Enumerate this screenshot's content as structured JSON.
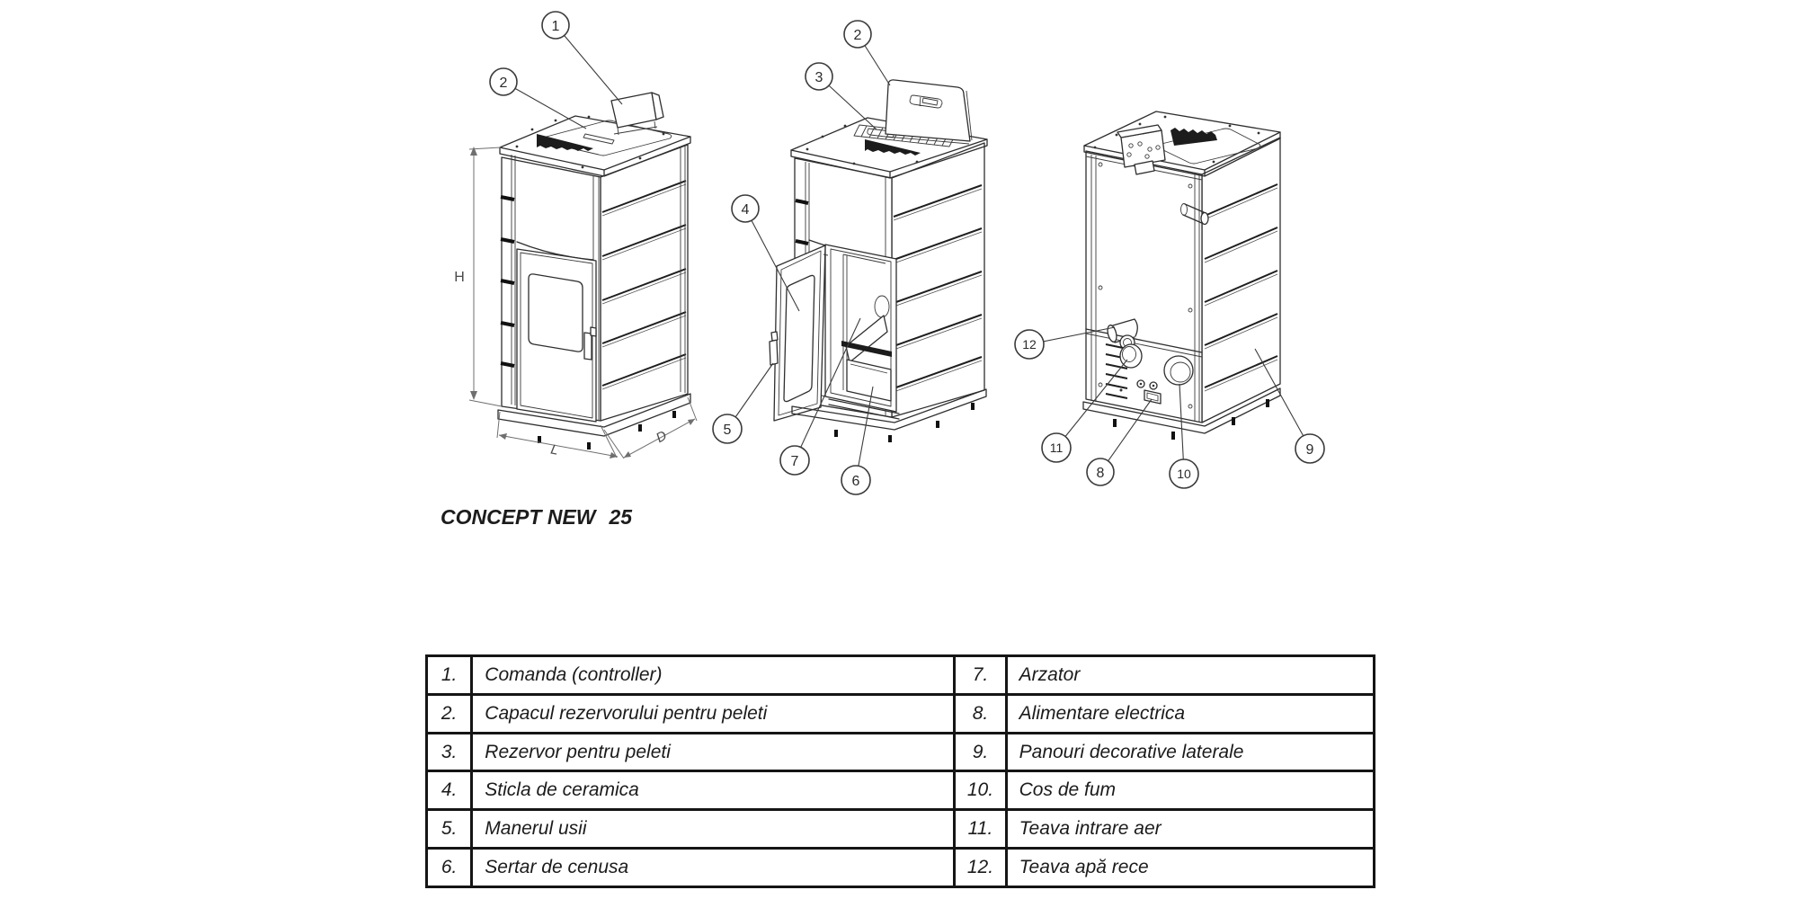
{
  "product": {
    "brand": "CONCEPT NEW",
    "model": "25"
  },
  "dimension_labels": {
    "height": "H",
    "length": "L",
    "depth": "D"
  },
  "callout_numbers": [
    "1",
    "2",
    "3",
    "4",
    "5",
    "6",
    "7",
    "8",
    "9",
    "10",
    "11",
    "12"
  ],
  "parts_table": {
    "left_rows": [
      {
        "num": "1.",
        "label": "Comanda (controller)"
      },
      {
        "num": "2.",
        "label": "Capacul rezervorului pentru peleti"
      },
      {
        "num": "3.",
        "label": "Rezervor pentru peleti"
      },
      {
        "num": "4.",
        "label": "Sticla de ceramica"
      },
      {
        "num": "5.",
        "label": "Manerul usii"
      },
      {
        "num": "6.",
        "label": "Sertar de cenusa"
      }
    ],
    "right_rows": [
      {
        "num": "7.",
        "label": "Arzator"
      },
      {
        "num": "8.",
        "label": "Alimentare electrica"
      },
      {
        "num": "9.",
        "label": "Panouri decorative laterale"
      },
      {
        "num": "10.",
        "label": "Cos de fum"
      },
      {
        "num": "11.",
        "label": "Teava intrare aer"
      },
      {
        "num": "12.",
        "label": "Teava apă rece"
      }
    ]
  }
}
